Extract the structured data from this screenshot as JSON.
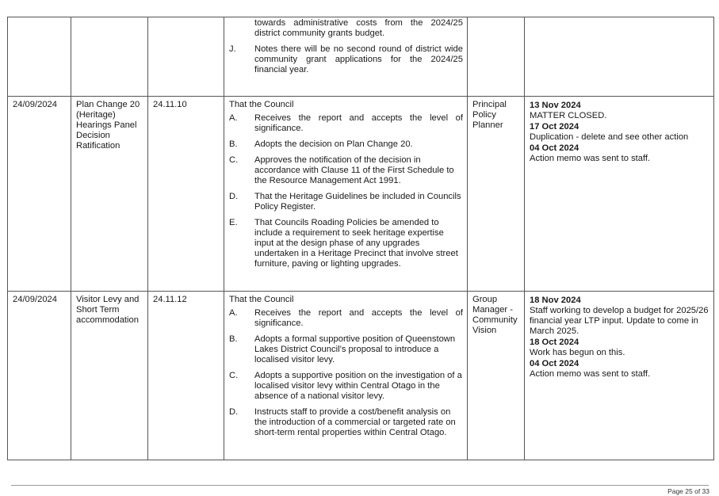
{
  "table": {
    "rows": [
      {
        "date": "",
        "item": "",
        "ref": "",
        "resolution": {
          "intro": "",
          "continuation": "towards administrative costs from the 2024/25 district community grants budget.",
          "items": [
            {
              "letter": "J.",
              "text": "Notes there will be no second round of district wide community grant applications for the 2024/25 financial year."
            }
          ]
        },
        "responsible": "",
        "progress": []
      },
      {
        "date": "24/09/2024",
        "item": "Plan Change 20 (Heritage) Hearings Panel Decision Ratification",
        "ref": "24.11.10",
        "resolution": {
          "intro": "That the Council",
          "items": [
            {
              "letter": "A.",
              "text": "Receives the report and accepts the level of significance."
            },
            {
              "letter": "B.",
              "text": "Adopts the decision on Plan Change 20."
            },
            {
              "letter": "C.",
              "text": "Approves the notification of the decision in accordance with Clause 11 of the First Schedule to the Resource Management Act 1991."
            },
            {
              "letter": "D.",
              "text": "That the Heritage Guidelines be included in Councils Policy Register."
            },
            {
              "letter": "E.",
              "text": "That Councils Roading Policies be amended to include a requirement to seek heritage expertise input at the design phase of any upgrades undertaken in a Heritage Precinct that involve street furniture, paving or lighting upgrades."
            }
          ]
        },
        "responsible": "Principal Policy Planner",
        "progress": [
          {
            "date": "13 Nov 2024",
            "note": "MATTER CLOSED."
          },
          {
            "date": "17 Oct 2024",
            "note": "Duplication - delete and see other action"
          },
          {
            "date": "04 Oct 2024",
            "note": "Action memo was sent to staff."
          }
        ]
      },
      {
        "date": "24/09/2024",
        "item": "Visitor Levy and Short Term accommodation",
        "ref": "24.11.12",
        "resolution": {
          "intro": "That the Council",
          "items": [
            {
              "letter": "A.",
              "text": "Receives the report and accepts the level of significance."
            },
            {
              "letter": "B.",
              "text": "Adopts a formal supportive position of Queenstown Lakes District Council’s proposal to introduce a localised visitor levy."
            },
            {
              "letter": "C.",
              "text": "Adopts a supportive position on the investigation of a localised visitor levy within Central Otago in the absence of a national visitor levy."
            },
            {
              "letter": "D.",
              "text": "Instructs staff to provide a cost/benefit analysis on the introduction of a commercial or targeted rate on short-term rental properties within Central Otago."
            }
          ]
        },
        "responsible": "Group Manager - Community Vision",
        "progress": [
          {
            "date": "18 Nov 2024",
            "note": "Staff working to develop a budget for 2025/26 financial year LTP input. Update to come in March 2025."
          },
          {
            "date": "18 Oct 2024",
            "note": "Work has begun on this."
          },
          {
            "date": "04 Oct 2024",
            "note": "Action memo was sent to staff."
          }
        ]
      }
    ]
  },
  "footer": {
    "page_label": "Page 25 of 33"
  }
}
